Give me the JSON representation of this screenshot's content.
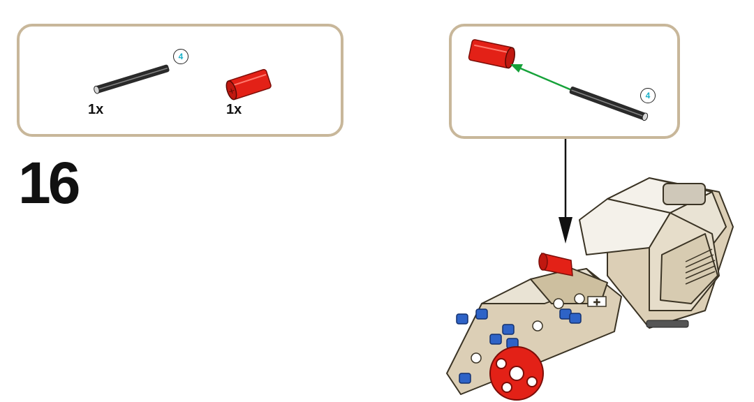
{
  "step": {
    "number": "16"
  },
  "parts_list": {
    "items": [
      {
        "name": "axle",
        "color": "#2a2a2a",
        "quantity": "1x",
        "length_badge": "4"
      },
      {
        "name": "axle-connector",
        "color": "#e32117",
        "quantity": "1x"
      }
    ]
  },
  "sub_assembly": {
    "length_badge": "4",
    "arrow_color": "#16a23a"
  },
  "colors": {
    "callout_border": "#c8b79a",
    "motor_tan": "#dccfb6",
    "motor_white": "#f4f1ea",
    "pin_blue": "#2e63c7",
    "part_red": "#e32117"
  }
}
